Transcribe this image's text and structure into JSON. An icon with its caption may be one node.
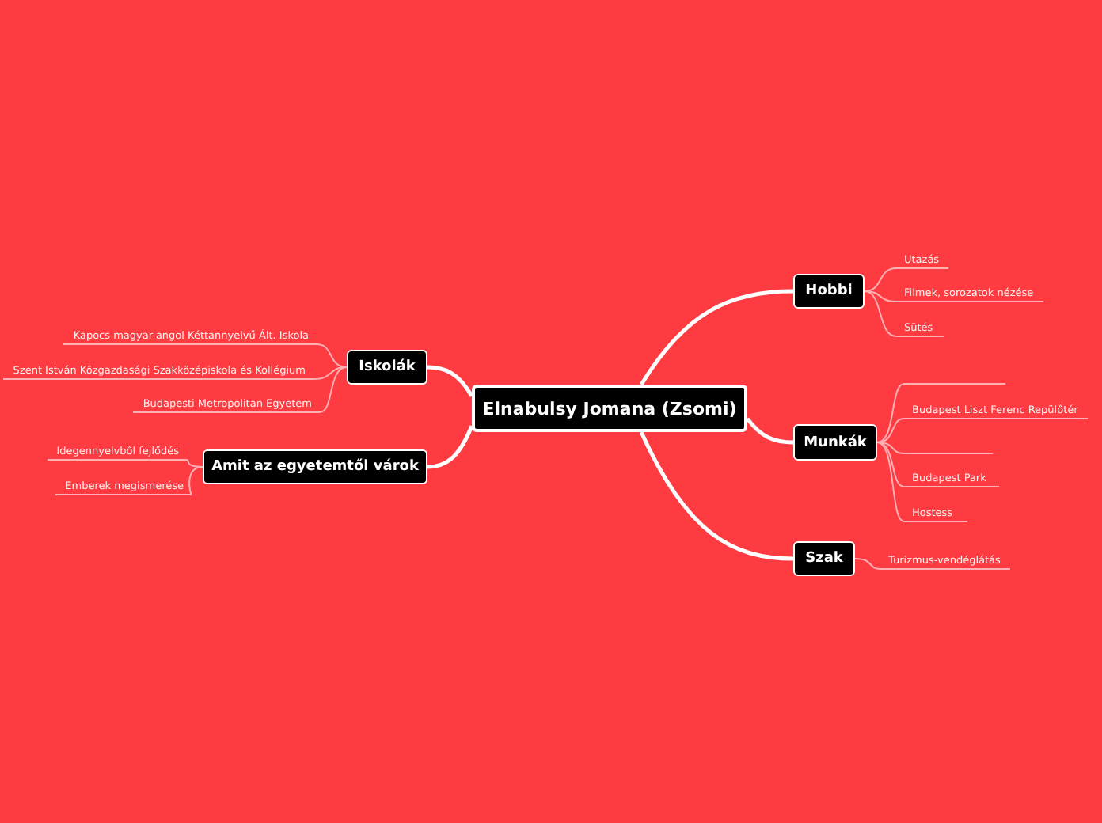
{
  "diagram": {
    "nodes": [
      {
        "text": [
          "Elnabulsy Jomana (Zsomi)"
        ]
      },
      {
        "text": [
          "Hobbi"
        ]
      },
      {
        "text": [
          "Utazás"
        ]
      },
      {
        "text": [
          "Filmek, sorozatok nézése"
        ]
      },
      {
        "text": [
          "Sütés"
        ]
      },
      {
        "text": [
          "Munkák"
        ]
      },
      {
        "text": [],
        "shape": "line"
      },
      {
        "text": [
          "Budapest Liszt Ferenc Repülőtér"
        ]
      },
      {
        "text": [],
        "shape": "line"
      },
      {
        "text": [
          "Budapest Park"
        ]
      },
      {
        "text": [
          "Hostess"
        ]
      },
      {
        "text": [
          "Szak"
        ]
      },
      {
        "text": [
          "Turizmus-vendéglátás"
        ]
      },
      {
        "text": [
          "Iskolák"
        ]
      },
      {
        "text": [
          "Kapocs magyar-angol Kéttannyelvű Ált. Iskola"
        ]
      },
      {
        "text": [
          "Szent István Közgazdasági Szakközépiskola és Kollégium"
        ]
      },
      {
        "text": [
          "Budapesti Metropolitan Egyetem"
        ]
      },
      {
        "text": [
          "Amit az egyetemtől várok"
        ]
      },
      {
        "text": [
          "Idegennyelvből fejlődés"
        ]
      },
      {
        "text": [
          "Emberek megismerése"
        ]
      }
    ],
    "edges": [
      {
        "from": 0,
        "to": 1,
        "arrow": "none",
        "style": "thick",
        "color": "#ffffff"
      },
      {
        "from": 1,
        "to": 2,
        "arrow": "none"
      },
      {
        "from": 1,
        "to": 3,
        "arrow": "none"
      },
      {
        "from": 1,
        "to": 4,
        "arrow": "none"
      },
      {
        "from": 0,
        "to": 5,
        "arrow": "none",
        "style": "thick",
        "color": "#ffffff"
      },
      {
        "from": 5,
        "to": 6,
        "arrow": "none"
      },
      {
        "from": 5,
        "to": 7,
        "arrow": "none"
      },
      {
        "from": 5,
        "to": 8,
        "arrow": "none"
      },
      {
        "from": 5,
        "to": 9,
        "arrow": "none"
      },
      {
        "from": 5,
        "to": 10,
        "arrow": "none"
      },
      {
        "from": 0,
        "to": 11,
        "arrow": "none",
        "style": "thick",
        "color": "#ffffff"
      },
      {
        "from": 11,
        "to": 12,
        "arrow": "none"
      },
      {
        "from": 0,
        "to": 13,
        "arrow": "none",
        "style": "thick",
        "color": "#ffffff"
      },
      {
        "from": 13,
        "to": 14,
        "arrow": "none"
      },
      {
        "from": 13,
        "to": 15,
        "arrow": "none"
      },
      {
        "from": 13,
        "to": 16,
        "arrow": "none"
      },
      {
        "from": 0,
        "to": 17,
        "arrow": "none",
        "style": "thick",
        "color": "#ffffff"
      },
      {
        "from": 17,
        "to": 18,
        "arrow": "none"
      },
      {
        "from": 17,
        "to": 19,
        "arrow": "none"
      }
    ]
  }
}
